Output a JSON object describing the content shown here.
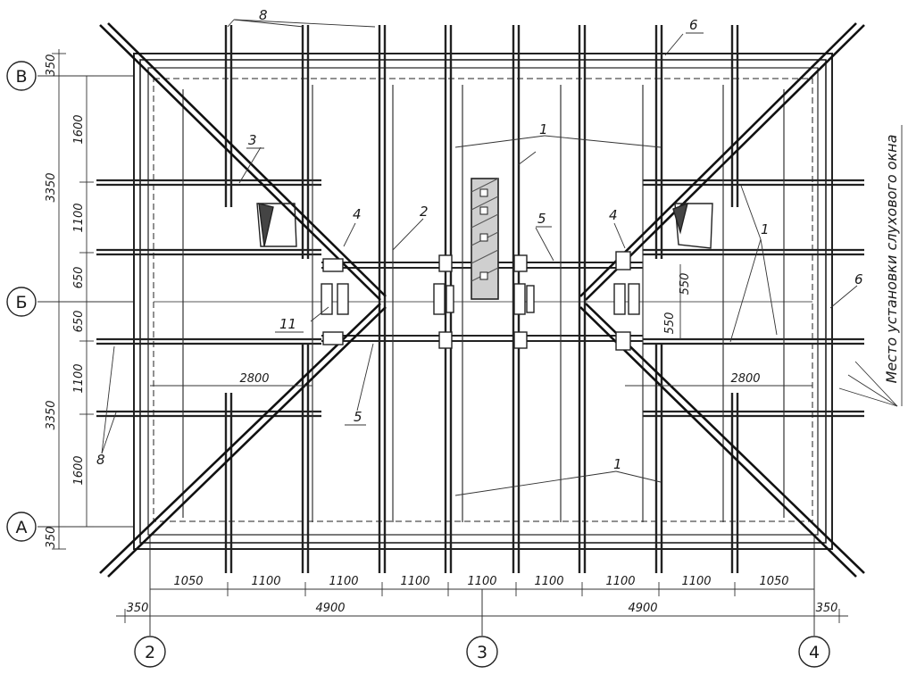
{
  "axes": {
    "rows": [
      "В",
      "Б",
      "А"
    ],
    "cols": [
      "2",
      "3",
      "4"
    ]
  },
  "callouts": {
    "c1": "1",
    "c2": "2",
    "c3": "3",
    "c4": "4",
    "c5": "5",
    "c6": "6",
    "c8": "8",
    "c11": "11"
  },
  "bottom_dims": [
    "1050",
    "1100",
    "1100",
    "1100",
    "1100",
    "1100",
    "1100",
    "1100",
    "1050"
  ],
  "bottom_totals": {
    "left_overhang": "350",
    "half_left": "4900",
    "half_right": "4900",
    "right_overhang": "350"
  },
  "left_dims": {
    "top_overhang": "350",
    "segments": [
      "1600",
      "1100",
      "650",
      "650",
      "1100",
      "1600"
    ],
    "half_top": "3350",
    "half_bottom": "3350",
    "bottom_overhang": "350"
  },
  "inner_dims": {
    "span_left": "2800",
    "span_right": "2800",
    "ridge_up": "550",
    "ridge_down": "550"
  },
  "note": "Место установки слухового окна"
}
